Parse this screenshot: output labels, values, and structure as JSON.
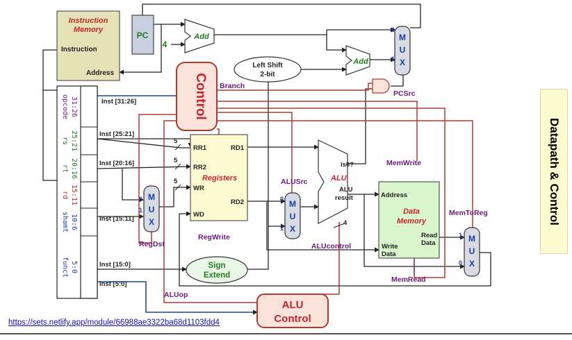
{
  "colors": {
    "wire": "#222222",
    "control": "#b03a2e",
    "accent_red": "#c0272d",
    "purple": "#6b1a7a",
    "green": "#1f7a1f",
    "blue_wire": "#1a3fa0",
    "pc_box": "#c8d0e0",
    "imem_box": "#e6e2b8",
    "reg_box": "#fcfad0",
    "dmem_box": "#d8f5cc",
    "control_fill": "#fbe3dc",
    "mux_fill": "#d6dbe4"
  },
  "blocks": {
    "imem_title": "Instruction Memory",
    "imem_instruction": "Instruction",
    "imem_address": "Address",
    "pc": "PC",
    "four": "4",
    "add1": "Add",
    "add2": "Add",
    "left_shift": "Left Shift 2-bit",
    "control": "Control",
    "registers": "Registers",
    "rr1": "RR1",
    "rr2": "RR2",
    "wr": "WR",
    "wd": "WD",
    "rd1": "RD1",
    "rd2": "RD2",
    "alu": "ALU",
    "is0": "is0?",
    "alu_result": "ALU result",
    "dmem": "Data Memory",
    "dmem_address": "Address",
    "dmem_write_data": "Write Data",
    "dmem_read_data": "Read Data",
    "sign_extend": "Sign Extend",
    "alu_control": "ALU Control",
    "mux": "MUX"
  },
  "signals": {
    "branch": "Branch",
    "pcsrc": "PCSrc",
    "memwrite": "MemWrite",
    "alusrc": "ALUSrc",
    "memtoreg": "MemToReg",
    "regdst": "RegDst",
    "regwrite": "RegWrite",
    "alucontrol": "ALUcontrol",
    "memread": "MemRead",
    "aluop": "ALUop"
  },
  "fields": [
    {
      "name": "opcode",
      "bits": "31:26",
      "color": "#6b1a7a"
    },
    {
      "name": "rs",
      "bits": "25:21",
      "color": "#1f7a1f"
    },
    {
      "name": "rt",
      "bits": "20:16",
      "color": "#1f7a1f"
    },
    {
      "name": "rd",
      "bits": "15:11",
      "color": "#c0272d"
    },
    {
      "name": "shamt",
      "bits": "10:6",
      "color": "#1a3fa0"
    },
    {
      "name": "funct",
      "bits": "5:0",
      "color": "#1a3fa0"
    }
  ],
  "wire_labels": {
    "inst_31_26": "Inst [31:26]",
    "inst_25_21": "Inst [25:21]",
    "inst_20_16": "Inst [20:16]",
    "inst_15_11": "Inst [15:11]",
    "inst_15_0": "Inst [15:0]",
    "inst_5_0": "Inst [5:0]",
    "five_a": "5",
    "five_b": "5",
    "five_c": "5",
    "four_bits": "4"
  },
  "mux_inputs": {
    "zero": "0",
    "one": "1"
  },
  "side_title": "Datapath & Control",
  "link": "https://sets.netlify.app/module/66988ae3322ba68d1103fdd4"
}
